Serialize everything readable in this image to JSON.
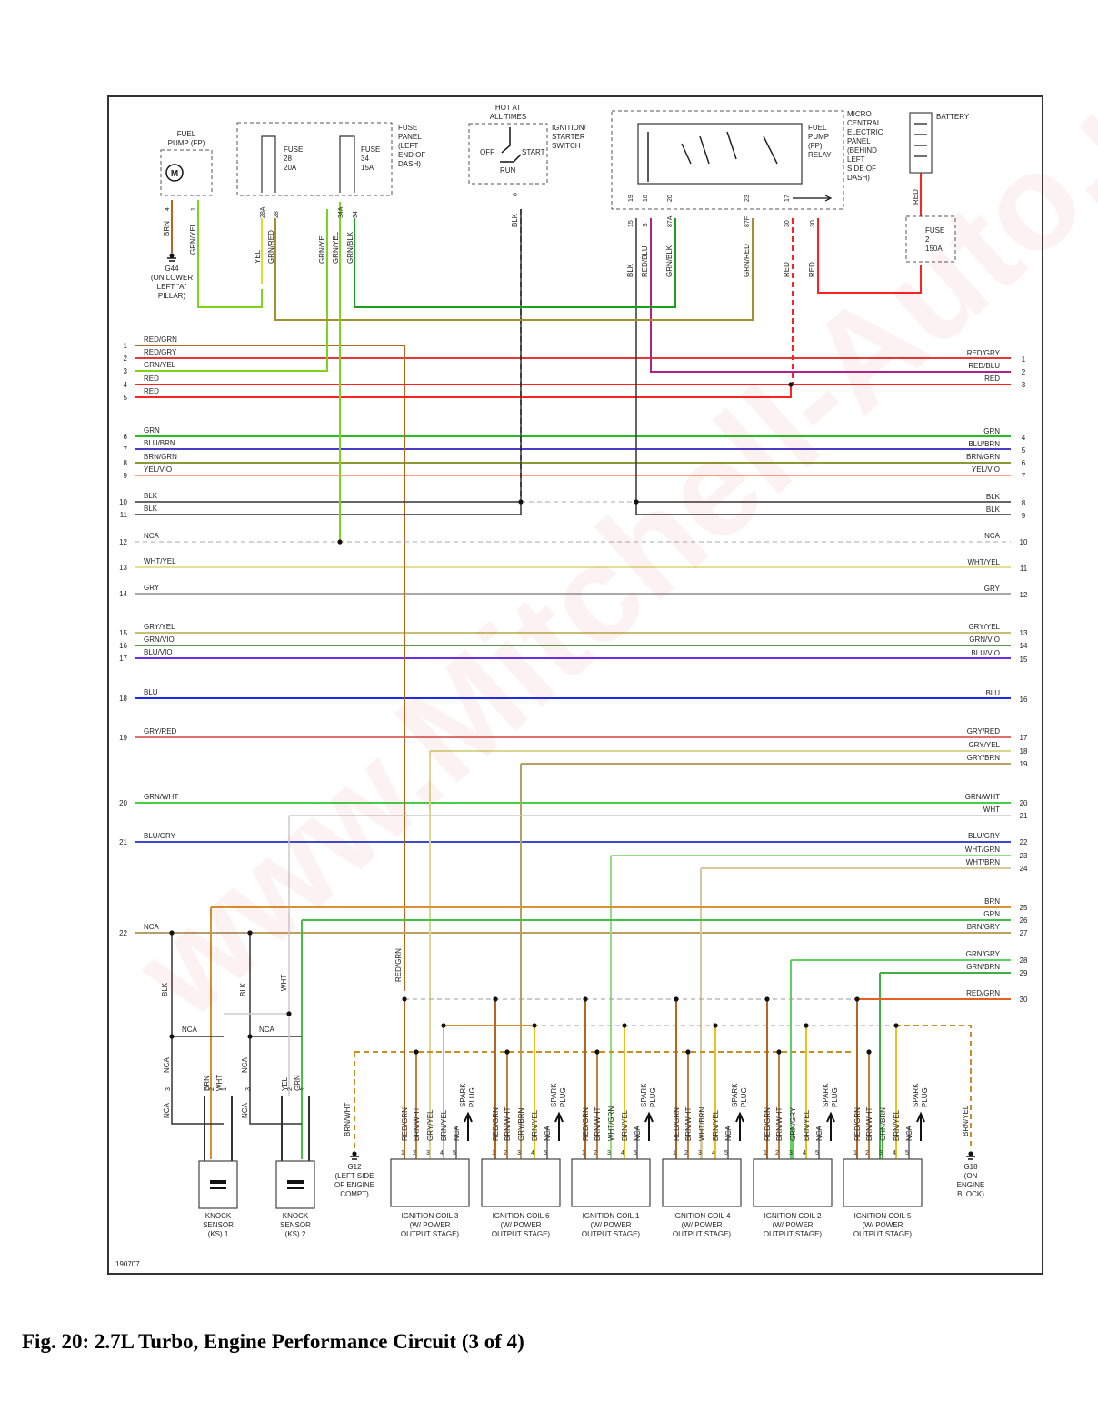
{
  "figure": {
    "caption": "Fig. 20: 2.7L Turbo, Engine Performance Circuit (3 of 4)",
    "diagram_id": "190707",
    "watermark": "www.Mitchell-Auto.ru"
  },
  "components": {
    "fuel_pump": [
      "FUEL",
      "PUMP (FP)"
    ],
    "fuse_panel": [
      "FUSE",
      "PANEL",
      "(LEFT",
      "END OF",
      "DASH)"
    ],
    "fuse28": [
      "FUSE",
      "28",
      "20A"
    ],
    "fuse34": [
      "FUSE",
      "34",
      "15A"
    ],
    "ignition_switch": [
      "IGNITION/",
      "STARTER",
      "SWITCH"
    ],
    "hot_at": [
      "HOT AT",
      "ALL TIMES"
    ],
    "switch_positions": [
      "OFF",
      "START",
      "RUN"
    ],
    "fp_relay": [
      "FUEL",
      "PUMP",
      "(FP)",
      "RELAY"
    ],
    "micro_panel": [
      "MICRO",
      "CENTRAL",
      "ELECTRIC",
      "PANEL",
      "(BEHIND",
      "LEFT",
      "SIDE OF",
      "DASH)"
    ],
    "battery": "BATTERY",
    "fuse2": [
      "FUSE",
      "2",
      "150A"
    ],
    "g44": [
      "G44",
      "(ON LOWER",
      "LEFT \"A\"",
      "PILLAR)"
    ],
    "g12": [
      "G12",
      "(LEFT SIDE",
      "OF ENGINE",
      "COMPT)"
    ],
    "g18": [
      "G18",
      "(ON",
      "ENGINE",
      "BLOCK)"
    ],
    "ks1": [
      "KNOCK",
      "SENSOR",
      "(KS) 1"
    ],
    "ks2": [
      "KNOCK",
      "SENSOR",
      "(KS) 2"
    ],
    "coils": [
      {
        "name": "IGNITION COIL 3",
        "pins": [
          "RED/GRN",
          "BRN/WHT",
          "GRY/YEL",
          "BRN/YEL",
          "NCA"
        ]
      },
      {
        "name": "IGNITION COIL 6",
        "pins": [
          "RED/GRN",
          "BRN/WHT",
          "GRY/BRN",
          "BRN/YEL",
          "NCA"
        ]
      },
      {
        "name": "IGNITION COIL 1",
        "pins": [
          "RED/GRN",
          "BRN/WHT",
          "WHT/GRN",
          "BRN/YEL",
          "NCA"
        ]
      },
      {
        "name": "IGNITION COIL 4",
        "pins": [
          "RED/GRN",
          "BRN/WHT",
          "WHT/BRN",
          "BRN/YEL",
          "NCA"
        ]
      },
      {
        "name": "IGNITION COIL 2",
        "pins": [
          "RED/GRN",
          "BRN/WHT",
          "GRN/GRY",
          "BRN/YEL",
          "NCA"
        ]
      },
      {
        "name": "IGNITION COIL 5",
        "pins": [
          "RED/GRN",
          "BRN/WHT",
          "GRN/BRN",
          "BRN/YEL",
          "NCA"
        ]
      }
    ],
    "coil_sub": [
      "(W/ POWER",
      "OUTPUT STAGE)"
    ],
    "spark_plug": [
      "SPARK",
      "PLUG"
    ]
  },
  "left_wires": [
    {
      "num": "1",
      "label": "RED/GRN",
      "color": "#b5651d"
    },
    {
      "num": "2",
      "label": "RED/GRY",
      "color": "#e53935"
    },
    {
      "num": "3",
      "label": "GRN/YEL",
      "color": "#7ed321"
    },
    {
      "num": "4",
      "label": "RED",
      "color": "#ff2020"
    },
    {
      "num": "5",
      "label": "RED",
      "color": "#ff2020"
    },
    {
      "num": "6",
      "label": "GRN",
      "color": "#22c022"
    },
    {
      "num": "7",
      "label": "BLU/BRN",
      "color": "#4a3cc8"
    },
    {
      "num": "8",
      "label": "BRN/GRN",
      "color": "#8a9a30"
    },
    {
      "num": "9",
      "label": "YEL/VIO",
      "color": "#ff9f80"
    },
    {
      "num": "10",
      "label": "BLK",
      "color": "#333333"
    },
    {
      "num": "11",
      "label": "BLK",
      "color": "#333333"
    },
    {
      "num": "12",
      "label": "NCA",
      "color": "#999999"
    },
    {
      "num": "13",
      "label": "WHT/YEL",
      "color": "#e3e090"
    },
    {
      "num": "14",
      "label": "GRY",
      "color": "#aaaaaa"
    },
    {
      "num": "15",
      "label": "GRY/YEL",
      "color": "#c8c070"
    },
    {
      "num": "16",
      "label": "GRN/VIO",
      "color": "#5a9a4a"
    },
    {
      "num": "17",
      "label": "BLU/VIO",
      "color": "#6a2ee8"
    },
    {
      "num": "18",
      "label": "BLU",
      "color": "#1a2be8"
    },
    {
      "num": "19",
      "label": "GRY/RED",
      "color": "#e07070"
    },
    {
      "num": "20",
      "label": "GRN/WHT",
      "color": "#44d044"
    },
    {
      "num": "21",
      "label": "BLU/GRY",
      "color": "#3a4ad0"
    },
    {
      "num": "22",
      "label": "NCA",
      "color": "#999999"
    }
  ],
  "right_wires": [
    {
      "num": "1",
      "label": "RED/GRY"
    },
    {
      "num": "2",
      "label": "RED/BLU"
    },
    {
      "num": "3",
      "label": "RED"
    },
    {
      "num": "4",
      "label": "GRN"
    },
    {
      "num": "5",
      "label": "BLU/BRN"
    },
    {
      "num": "6",
      "label": "BRN/GRN"
    },
    {
      "num": "7",
      "label": "YEL/VIO"
    },
    {
      "num": "8",
      "label": "BLK"
    },
    {
      "num": "9",
      "label": "BLK"
    },
    {
      "num": "10",
      "label": "NCA"
    },
    {
      "num": "11",
      "label": "WHT/YEL"
    },
    {
      "num": "12",
      "label": "GRY"
    },
    {
      "num": "13",
      "label": "GRY/YEL"
    },
    {
      "num": "14",
      "label": "GRN/VIO"
    },
    {
      "num": "15",
      "label": "BLU/VIO"
    },
    {
      "num": "16",
      "label": "BLU"
    },
    {
      "num": "17",
      "label": "GRY/RED"
    },
    {
      "num": "18",
      "label": "GRY/YEL"
    },
    {
      "num": "19",
      "label": "GRY/BRN"
    },
    {
      "num": "20",
      "label": "GRN/WHT"
    },
    {
      "num": "21",
      "label": "WHT"
    },
    {
      "num": "22",
      "label": "BLU/GRY"
    },
    {
      "num": "23",
      "label": "WHT/GRN"
    },
    {
      "num": "24",
      "label": "WHT/BRN"
    },
    {
      "num": "25",
      "label": "BRN"
    },
    {
      "num": "26",
      "label": "GRN"
    },
    {
      "num": "27",
      "label": "BRN/GRY"
    },
    {
      "num": "28",
      "label": "GRN/GRY"
    },
    {
      "num": "29",
      "label": "GRN/BRN"
    },
    {
      "num": "30",
      "label": "RED/GRN"
    }
  ],
  "vertical_labels": {
    "fp_pins": [
      "4",
      "1"
    ],
    "fp_wires": [
      "BRN",
      "GRN/YEL"
    ],
    "fuse_pins": [
      "28A",
      "28",
      "34A",
      "34"
    ],
    "fuse_wires": [
      "YEL",
      "GRN/RED",
      "GRN/YEL",
      "GRN/YEL",
      "GRN/BLK"
    ],
    "switch_pin": "6",
    "switch_wire": "BLK",
    "relay_pins": [
      "19",
      "16",
      "20",
      "23",
      "17"
    ],
    "relay_out_pins": [
      "15",
      "S",
      "87A",
      "87F",
      "30",
      "30"
    ],
    "relay_wires": [
      "BLK",
      "RED/BLU",
      "GRN/BLK",
      "GRN/RED",
      "RED",
      "RED"
    ],
    "battery_wire": "RED",
    "ks_wires": [
      "BLK",
      "BLK",
      "WHT",
      "RED/GRN",
      "BRN/WHT",
      "BRN/YEL"
    ],
    "ks_nca": [
      "NCA",
      "NCA",
      "NCA",
      "NCA"
    ],
    "ks_pins": [
      "3",
      "2",
      "1"
    ],
    "ks_pin_wires": [
      "NCA",
      "BRN",
      "WHT",
      "NCA",
      "YEL",
      "GRN"
    ]
  }
}
